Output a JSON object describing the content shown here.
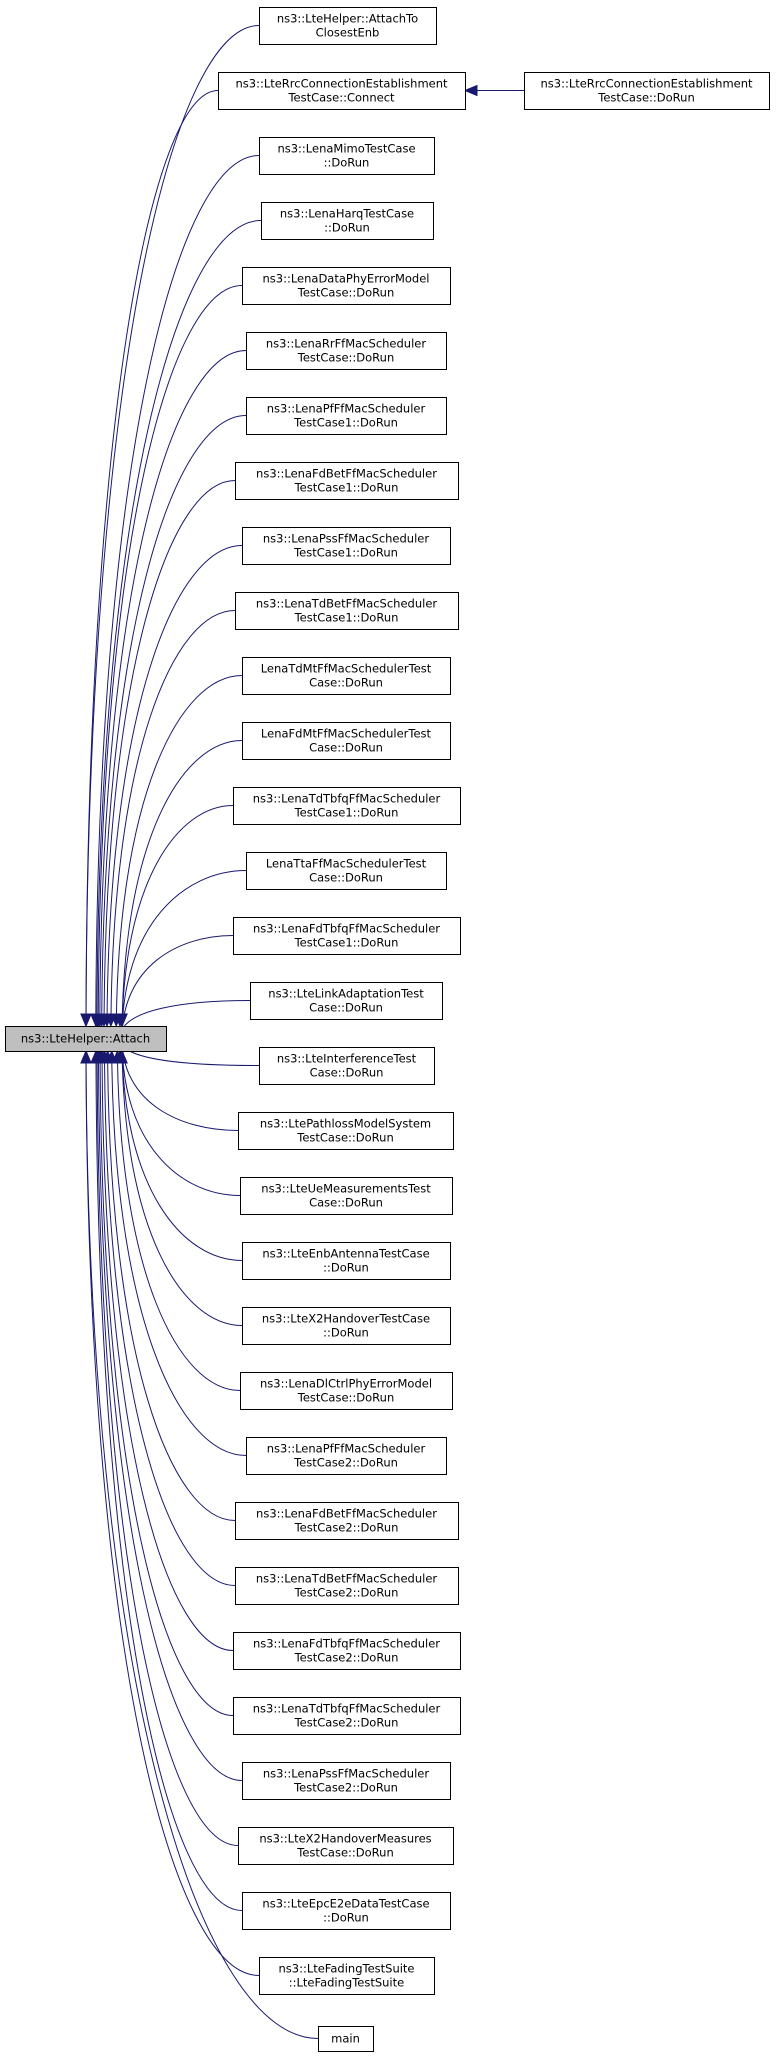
{
  "graph": {
    "kind": "caller graph",
    "target": {
      "id": "attach",
      "lines": [
        "ns3::LteHelper::Attach"
      ]
    },
    "callers": [
      {
        "id": "attach-to-closest-enb",
        "lines": [
          "ns3::LteHelper::AttachTo",
          "ClosestEnb"
        ]
      },
      {
        "id": "rrc-connect",
        "lines": [
          "ns3::LteRrcConnectionEstablishment",
          "TestCase::Connect"
        ]
      },
      {
        "id": "lena-mimo",
        "lines": [
          "ns3::LenaMimoTestCase",
          "::DoRun"
        ]
      },
      {
        "id": "lena-harq",
        "lines": [
          "ns3::LenaHarqTestCase",
          "::DoRun"
        ]
      },
      {
        "id": "lena-data-phy-error",
        "lines": [
          "ns3::LenaDataPhyErrorModel",
          "TestCase::DoRun"
        ]
      },
      {
        "id": "lena-rr-ff",
        "lines": [
          "ns3::LenaRrFfMacScheduler",
          "TestCase::DoRun"
        ]
      },
      {
        "id": "lena-pf-ff-1",
        "lines": [
          "ns3::LenaPfFfMacScheduler",
          "TestCase1::DoRun"
        ]
      },
      {
        "id": "lena-fd-bet-ff-1",
        "lines": [
          "ns3::LenaFdBetFfMacScheduler",
          "TestCase1::DoRun"
        ]
      },
      {
        "id": "lena-pss-ff-1",
        "lines": [
          "ns3::LenaPssFfMacScheduler",
          "TestCase1::DoRun"
        ]
      },
      {
        "id": "lena-td-bet-ff-1",
        "lines": [
          "ns3::LenaTdBetFfMacScheduler",
          "TestCase1::DoRun"
        ]
      },
      {
        "id": "lena-td-mt-ff",
        "lines": [
          "LenaTdMtFfMacSchedulerTest",
          "Case::DoRun"
        ]
      },
      {
        "id": "lena-fd-mt-ff",
        "lines": [
          "LenaFdMtFfMacSchedulerTest",
          "Case::DoRun"
        ]
      },
      {
        "id": "lena-td-tbfq-ff-1",
        "lines": [
          "ns3::LenaTdTbfqFfMacScheduler",
          "TestCase1::DoRun"
        ]
      },
      {
        "id": "lena-tta-ff",
        "lines": [
          "LenaTtaFfMacSchedulerTest",
          "Case::DoRun"
        ]
      },
      {
        "id": "lena-fd-tbfq-ff-1",
        "lines": [
          "ns3::LenaFdTbfqFfMacScheduler",
          "TestCase1::DoRun"
        ]
      },
      {
        "id": "lte-link-adaptation",
        "lines": [
          "ns3::LteLinkAdaptationTest",
          "Case::DoRun"
        ]
      },
      {
        "id": "lte-interference",
        "lines": [
          "ns3::LteInterferenceTest",
          "Case::DoRun"
        ]
      },
      {
        "id": "lte-pathloss-model",
        "lines": [
          "ns3::LtePathlossModelSystem",
          "TestCase::DoRun"
        ]
      },
      {
        "id": "lte-ue-measurements",
        "lines": [
          "ns3::LteUeMeasurementsTest",
          "Case::DoRun"
        ]
      },
      {
        "id": "lte-enb-antenna",
        "lines": [
          "ns3::LteEnbAntennaTestCase",
          "::DoRun"
        ]
      },
      {
        "id": "lte-x2-handover",
        "lines": [
          "ns3::LteX2HandoverTestCase",
          "::DoRun"
        ]
      },
      {
        "id": "lena-dl-ctrl-phy-error",
        "lines": [
          "ns3::LenaDlCtrlPhyErrorModel",
          "TestCase::DoRun"
        ]
      },
      {
        "id": "lena-pf-ff-2",
        "lines": [
          "ns3::LenaPfFfMacScheduler",
          "TestCase2::DoRun"
        ]
      },
      {
        "id": "lena-fd-bet-ff-2",
        "lines": [
          "ns3::LenaFdBetFfMacScheduler",
          "TestCase2::DoRun"
        ]
      },
      {
        "id": "lena-td-bet-ff-2",
        "lines": [
          "ns3::LenaTdBetFfMacScheduler",
          "TestCase2::DoRun"
        ]
      },
      {
        "id": "lena-fd-tbfq-ff-2",
        "lines": [
          "ns3::LenaFdTbfqFfMacScheduler",
          "TestCase2::DoRun"
        ]
      },
      {
        "id": "lena-td-tbfq-ff-2",
        "lines": [
          "ns3::LenaTdTbfqFfMacScheduler",
          "TestCase2::DoRun"
        ]
      },
      {
        "id": "lena-pss-ff-2",
        "lines": [
          "ns3::LenaPssFfMacScheduler",
          "TestCase2::DoRun"
        ]
      },
      {
        "id": "lte-x2-handover-measures",
        "lines": [
          "ns3::LteX2HandoverMeasures",
          "TestCase::DoRun"
        ]
      },
      {
        "id": "lte-epc-e2e-data",
        "lines": [
          "ns3::LteEpcE2eDataTestCase",
          "::DoRun"
        ]
      },
      {
        "id": "lte-fading-test-suite",
        "lines": [
          "ns3::LteFadingTestSuite",
          "::LteFadingTestSuite"
        ]
      },
      {
        "id": "main",
        "lines": [
          "main"
        ]
      }
    ],
    "secondary_callers": [
      {
        "id": "rrc-do-run",
        "calls": "rrc-connect",
        "lines": [
          "ns3::LteRrcConnectionEstablishment",
          "TestCase::DoRun"
        ]
      }
    ],
    "colors": {
      "edge": "#191970",
      "focus_fill": "#bfbfbf",
      "node_fill": "#ffffff",
      "node_border": "#000000"
    }
  }
}
